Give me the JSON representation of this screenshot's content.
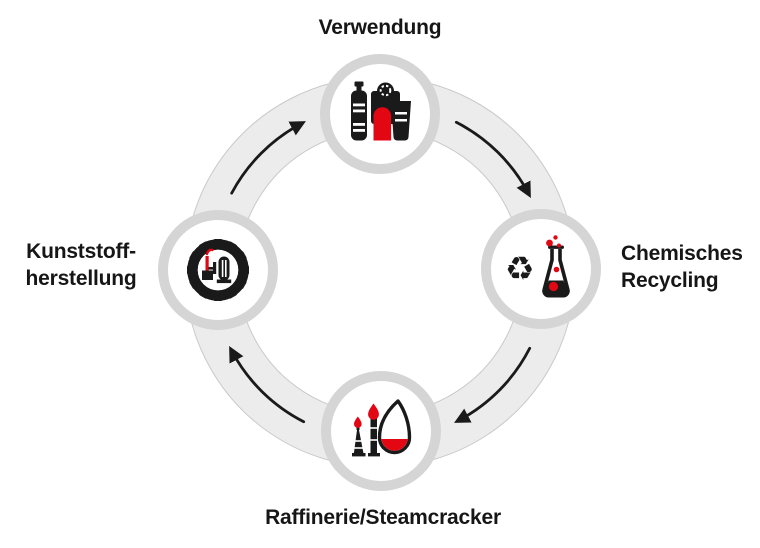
{
  "diagram": {
    "type": "cycle",
    "flow_direction": "clockwise",
    "nodes": [
      {
        "id": "verwendung",
        "label": "Verwendung",
        "position": "top",
        "icon": "plastic-products-icon"
      },
      {
        "id": "chemisches-recycling",
        "label": "Chemisches Recycling",
        "label_lines": [
          "Chemisches",
          "Recycling"
        ],
        "position": "right",
        "icon": "recycling-flask-icon"
      },
      {
        "id": "raffinerie-steamcracker",
        "label": "Raffinerie/Steamcracker",
        "position": "bottom",
        "icon": "refinery-flare-flask-icon"
      },
      {
        "id": "kunststoffherstellung",
        "label": "Kunststoff-herstellung",
        "label_lines": [
          "Kunststoff-",
          "herstellung"
        ],
        "position": "left",
        "icon": "gear-factory-icon"
      }
    ],
    "arrows": [
      {
        "from": "verwendung",
        "to": "chemisches-recycling"
      },
      {
        "from": "chemisches-recycling",
        "to": "raffinerie-steamcracker"
      },
      {
        "from": "raffinerie-steamcracker",
        "to": "kunststoffherstellung"
      },
      {
        "from": "kunststoffherstellung",
        "to": "verwendung"
      }
    ],
    "icons": {
      "recycle_glyph": "♻"
    },
    "colors": {
      "background": "#ffffff",
      "ring_band": "#ececed",
      "ring_band_edge": "#c9c9c9",
      "node_ring": "#d5d5d5",
      "icon_black": "#1a1a1a",
      "accent_red": "#e30613",
      "arrow": "#1a1a1a",
      "text": "#161616"
    }
  }
}
